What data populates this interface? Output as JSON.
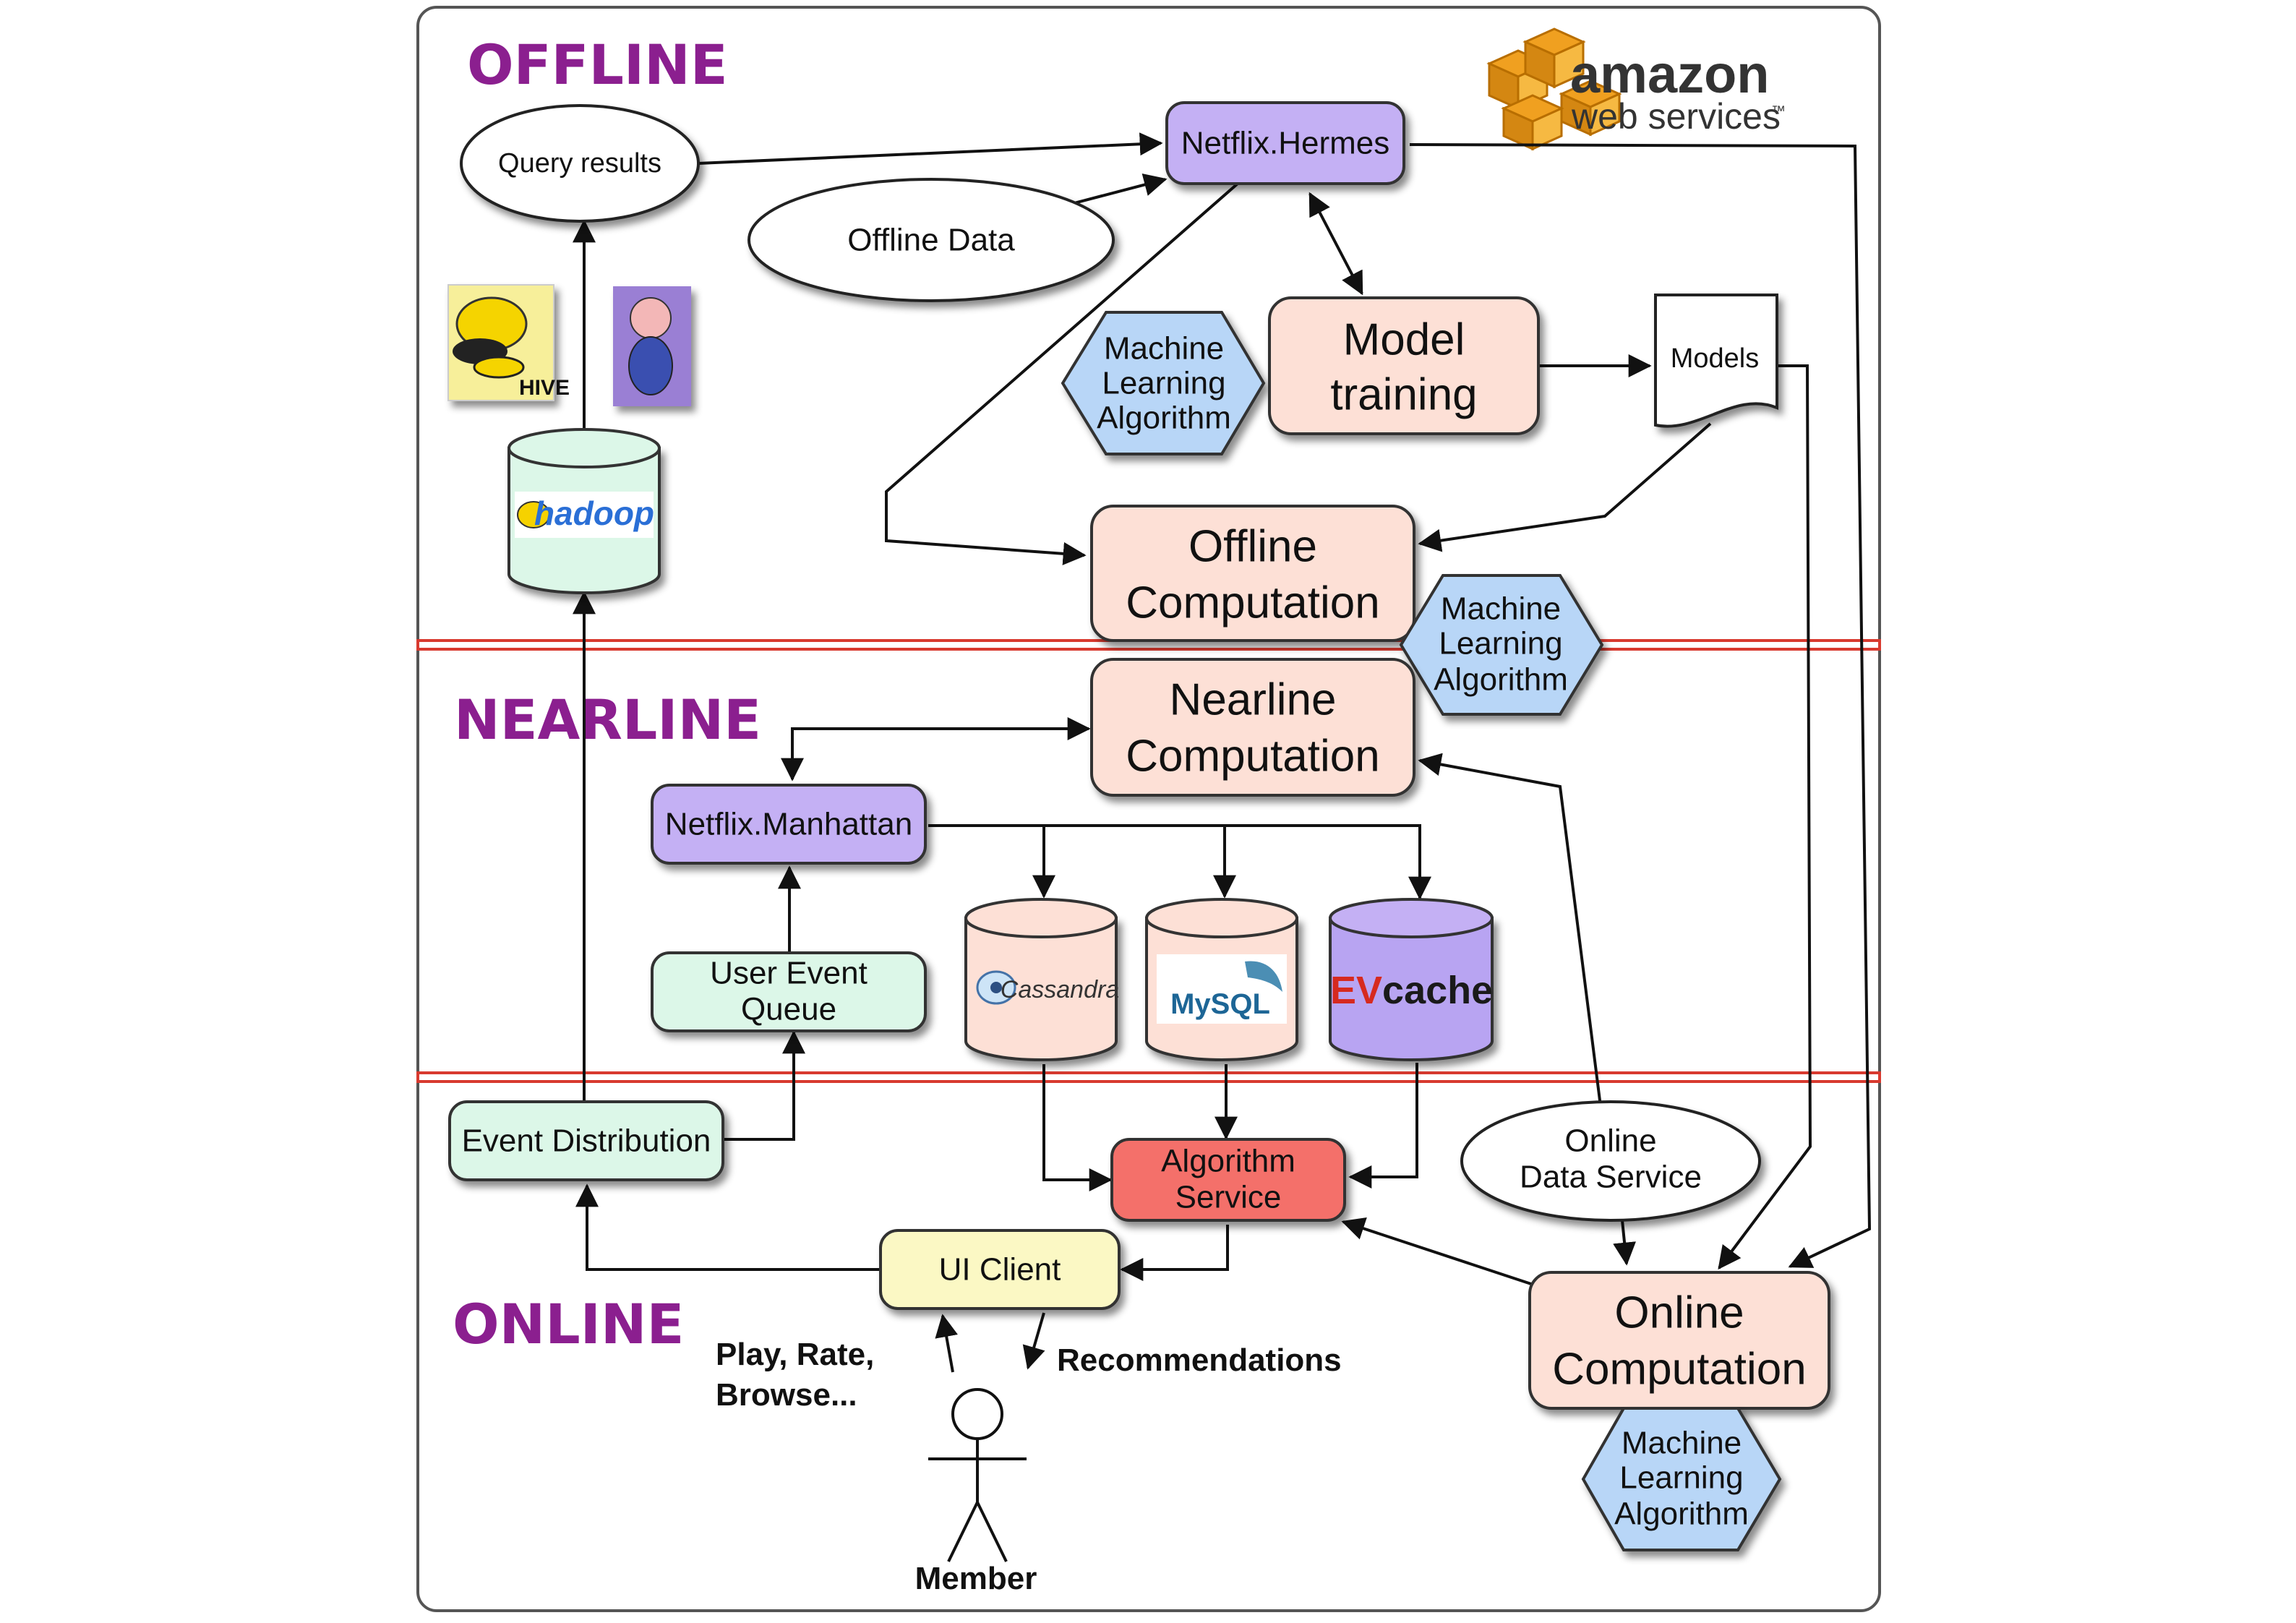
{
  "zones": {
    "offline": "OFFLINE",
    "nearline": "NEARLINE",
    "online": "ONLINE"
  },
  "logo": {
    "brand": "amazon",
    "sub": "web services",
    "tm": "™"
  },
  "nodes": {
    "query_results": "Query results",
    "offline_data": "Offline Data",
    "netflix_hermes": "Netflix.Hermes",
    "model_training": [
      "Model",
      "training"
    ],
    "ml_algo_offline": [
      "Machine",
      "Learning",
      "Algorithm"
    ],
    "models": "Models",
    "offline_computation": [
      "Offline",
      "Computation"
    ],
    "ml_algo_nearline": [
      "Machine",
      "Learning",
      "Algorithm"
    ],
    "nearline_computation": [
      "Nearline",
      "Computation"
    ],
    "netflix_manhattan": "Netflix.Manhattan",
    "user_event_queue": [
      "User Event",
      "Queue"
    ],
    "cassandra": "Cassandra",
    "mysql": "MySQL",
    "evcache": [
      "EV",
      "cache"
    ],
    "hadoop": "hadoop",
    "hive": "HIVE",
    "event_distribution": "Event Distribution",
    "algorithm_service": [
      "Algorithm",
      "Service"
    ],
    "online_data_service": [
      "Online",
      "Data Service"
    ],
    "ui_client": "UI Client",
    "online_computation": [
      "Online",
      "Computation"
    ],
    "ml_algo_online": [
      "Machine",
      "Learning",
      "Algorithm"
    ],
    "play_rate_browse": [
      "Play, Rate,",
      "Browse..."
    ],
    "recommendations": "Recommendations",
    "member": "Member"
  },
  "colors": {
    "zone_title": "#8b1f8f",
    "purple_box": "#c4b0f4",
    "peach_box": "#fde0d6",
    "green_box": "#dcf7e8",
    "red_box": "#f4706b",
    "yellow_box": "#fbf8c4",
    "hexagon": "#b8d6f7",
    "divider": "#d83a2f",
    "aws_orange": "#f0a020"
  }
}
